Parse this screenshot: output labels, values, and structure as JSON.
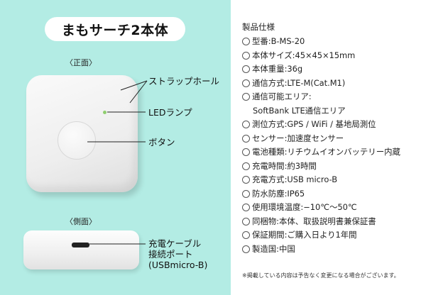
{
  "left_panel": {
    "title": "まもサーチ2本体",
    "front_label": "〈正面〉",
    "side_label": "〈側面〉",
    "callouts": {
      "strap_hole": "ストラップホール",
      "led_lamp": "LEDランプ",
      "button": "ボタン",
      "port_line1": "充電ケーブル",
      "port_line2": "接続ポート",
      "port_line3": "(USBmicro-B)"
    },
    "colors": {
      "background": "#b3ece4",
      "led": "#8fce6f"
    }
  },
  "specs": {
    "heading": "製品仕様",
    "items": [
      "型番:B-MS-20",
      "本体サイズ:45×45×15mm",
      "本体重量:36g",
      "通信方式:LTE-M(Cat.M1)",
      "通信可能エリア:",
      "測位方式:GPS / WiFi / 基地局測位",
      "センサー:加速度センサー",
      "電池種類:リチウムイオンバッテリー内蔵",
      "充電時間:約3時間",
      "充電方式:USB micro-B",
      "防水防塵:IP65",
      "使用環境温度:−10℃〜50℃",
      "同梱物:本体、取扱説明書兼保証書",
      "保証期間:ご購入日より1年間",
      "製造国:中国"
    ],
    "area_continuation": "SoftBank LTE通信エリア"
  },
  "note": "※掲載している内容は予告なく変更になる場合がございます。"
}
